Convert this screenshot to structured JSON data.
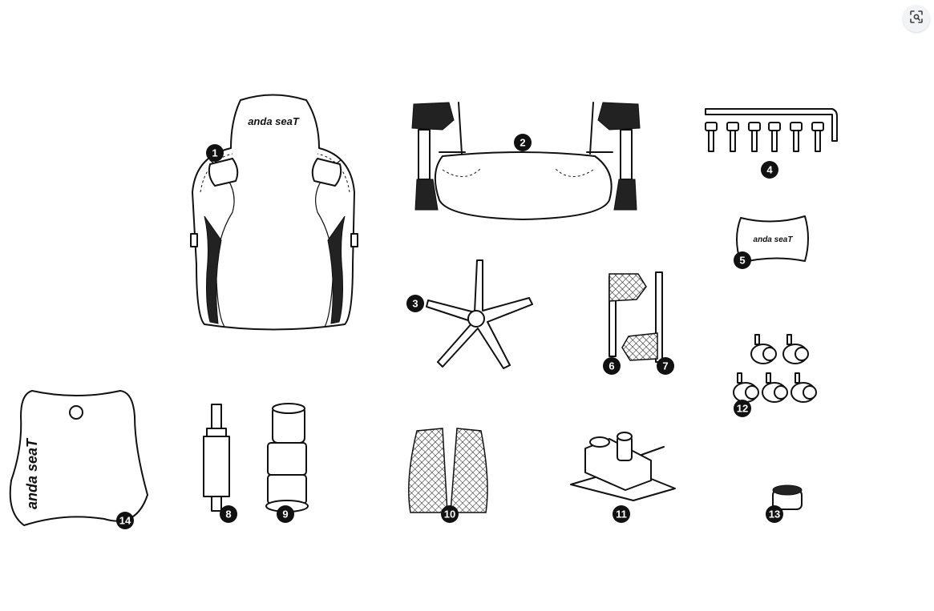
{
  "brand_text": "anda seaT",
  "callouts": {
    "backrest": "1",
    "seat_with_armrests": "2",
    "wheelbase": "3",
    "allen_key_and_screws": "4",
    "head_pillow": "5",
    "side_cover_left": "6",
    "side_cover_right": "7",
    "gas_lift": "8",
    "gas_lift_cover": "9",
    "armrest_pads": "10",
    "tilt_mechanism": "11",
    "casters": "12",
    "foot_cap": "13",
    "lumbar_pillow": "14"
  },
  "icons": {
    "top_right_button": "scan-icon"
  },
  "colors": {
    "line": "#111111",
    "background": "#ffffff",
    "label_fill": "#111111",
    "label_text": "#ffffff"
  }
}
